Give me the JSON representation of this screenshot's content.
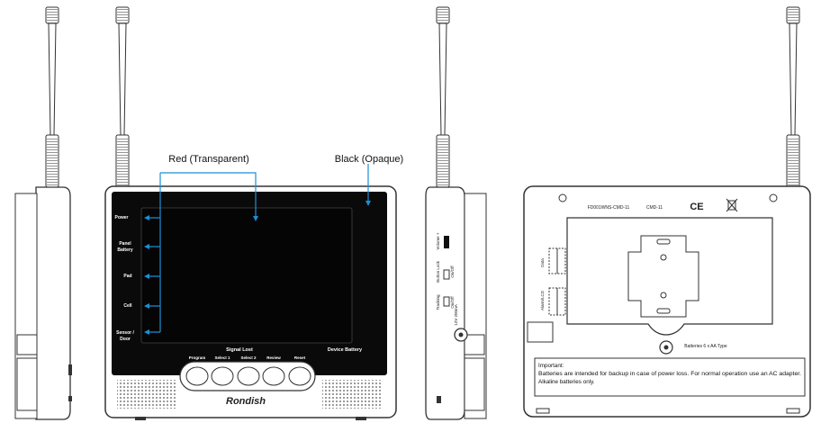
{
  "callouts": {
    "red": "Red (Transparent)",
    "black": "Black (Opaque)"
  },
  "front": {
    "leds": [
      "Power",
      "Panel",
      "Battery",
      "Pad",
      "Cell",
      "Sensor /",
      "Door"
    ],
    "signal_lost": "Signal Lost",
    "device_battery": "Device Battery",
    "buttons": [
      "Program",
      "Select 1",
      "Select 2",
      "Review",
      "Reset"
    ],
    "brand": "Rondish"
  },
  "side": {
    "volume": "Volume +",
    "button_lock": "Button Lock",
    "on_off": "On/Off",
    "tracking": "Tracking",
    "dc_rating": "12V  200mA"
  },
  "back": {
    "model_left": "FD001WNS-CMD-11",
    "model_right": "CMD-11",
    "ce": "CE",
    "switch_top": "Data",
    "switch_bottom": "Alarm/LCD",
    "batteries": "Batteries 6 x AA Type",
    "notice_title": "Important:",
    "notice_line1": "Batteries are intended for backup in case of power loss. For normal operation use an AC adapter.",
    "notice_line2": "Alkaline batteries only."
  },
  "colors": {
    "callout": "#1a8fd6",
    "screen": "#0a0a0a",
    "outline": "#333333"
  }
}
